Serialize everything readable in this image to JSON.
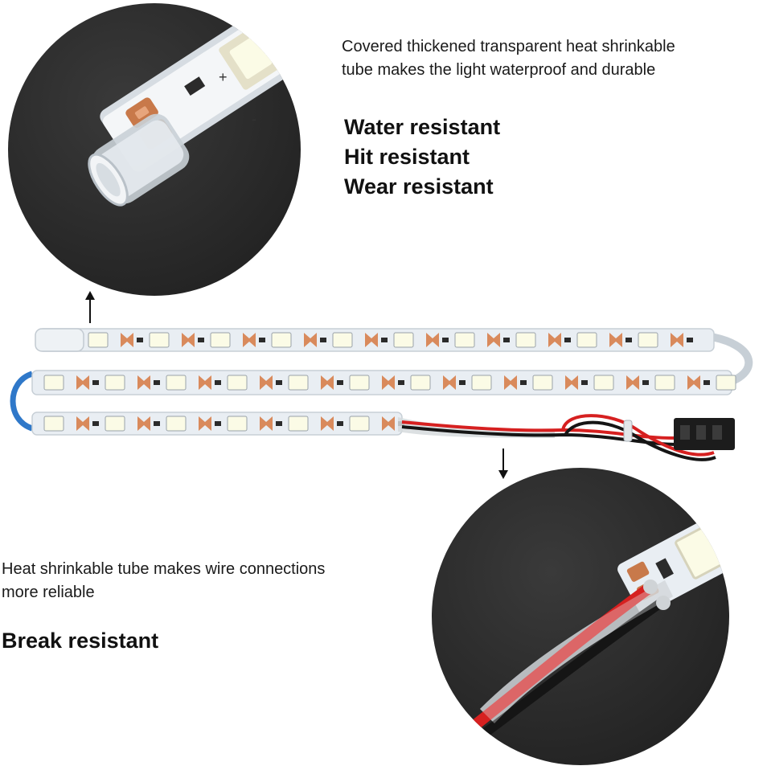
{
  "top_caption": {
    "line1": "Covered thickened transparent heat shrinkable",
    "line2": "tube makes the light waterproof and durable"
  },
  "top_features": [
    "Water resistant",
    "Hit resistant",
    "Wear resistant"
  ],
  "bottom_caption": {
    "line1": "Heat shrinkable tube makes wire connections",
    "line2": "more reliable"
  },
  "bottom_features": [
    "Break resistant"
  ],
  "pad_labels": {
    "plus": "+",
    "minus": "-"
  },
  "colors": {
    "background": "#ffffff",
    "circle_dark": "#2a2a2a",
    "strip_body": "#e9eef3",
    "pcb_copper": "#d98a5c",
    "led_face": "#fbfbe6",
    "wire_red": "#d62020",
    "wire_black": "#151515",
    "strip_blue_edge": "#2f78c9"
  },
  "icons": [
    "arrow-up-icon",
    "arrow-down-icon"
  ]
}
